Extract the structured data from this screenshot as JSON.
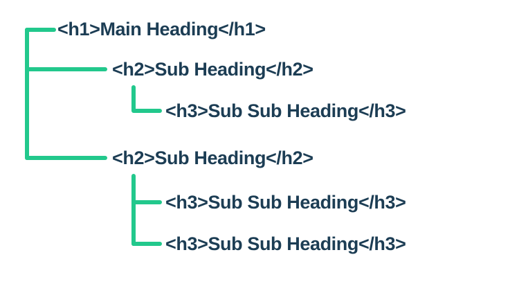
{
  "diagram": {
    "title": "HTML heading hierarchy outline tree",
    "colors": {
      "connector": "#22c88c",
      "text": "#1c3d54",
      "background": "#ffffff"
    },
    "nodes": [
      {
        "level": 1,
        "label": "<h1>Main Heading</h1>",
        "tag": "h1"
      },
      {
        "level": 2,
        "label": "<h2>Sub Heading</h2>",
        "tag": "h2"
      },
      {
        "level": 3,
        "label": "<h3>Sub Sub Heading</h3>",
        "tag": "h3"
      },
      {
        "level": 2,
        "label": "<h2>Sub Heading</h2>",
        "tag": "h2"
      },
      {
        "level": 3,
        "label": "<h3>Sub Sub Heading</h3>",
        "tag": "h3"
      },
      {
        "level": 3,
        "label": "<h3>Sub Sub Heading</h3>",
        "tag": "h3"
      }
    ]
  }
}
